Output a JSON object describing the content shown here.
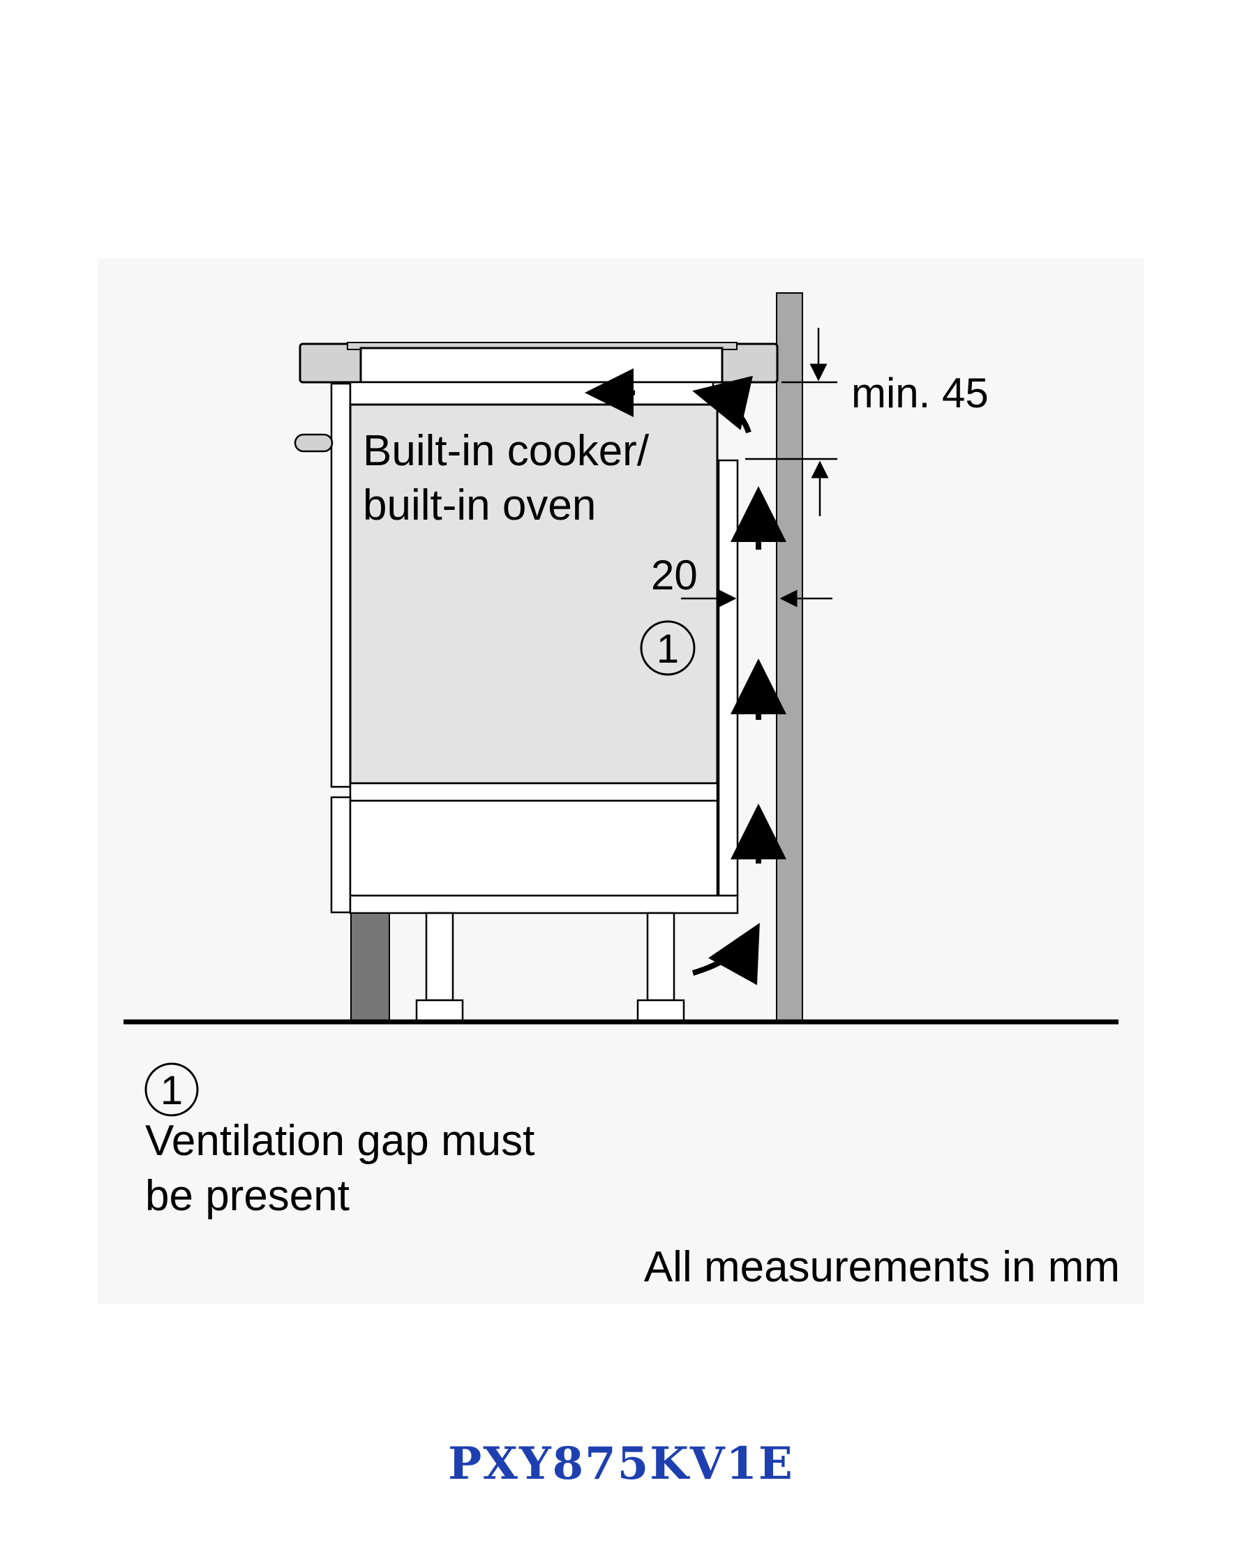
{
  "diagram": {
    "label_cooker_line1": "Built-in cooker/",
    "label_cooker_line2": "built-in oven",
    "dim_top": "min. 45",
    "dim_gap": "20",
    "marker_number": "1",
    "legend_number": "1",
    "legend_line1": "Ventilation gap must",
    "legend_line2": "be present",
    "units_note": "All measurements in mm"
  },
  "footer": {
    "model": "PXY875KV1E"
  },
  "colors": {
    "panel_background": "#f7f7f7",
    "oven_fill": "#e3e3e3",
    "wall_fill": "#a8a8a8",
    "plinth_fill": "#777777",
    "model_text": "#1d3fb0"
  }
}
